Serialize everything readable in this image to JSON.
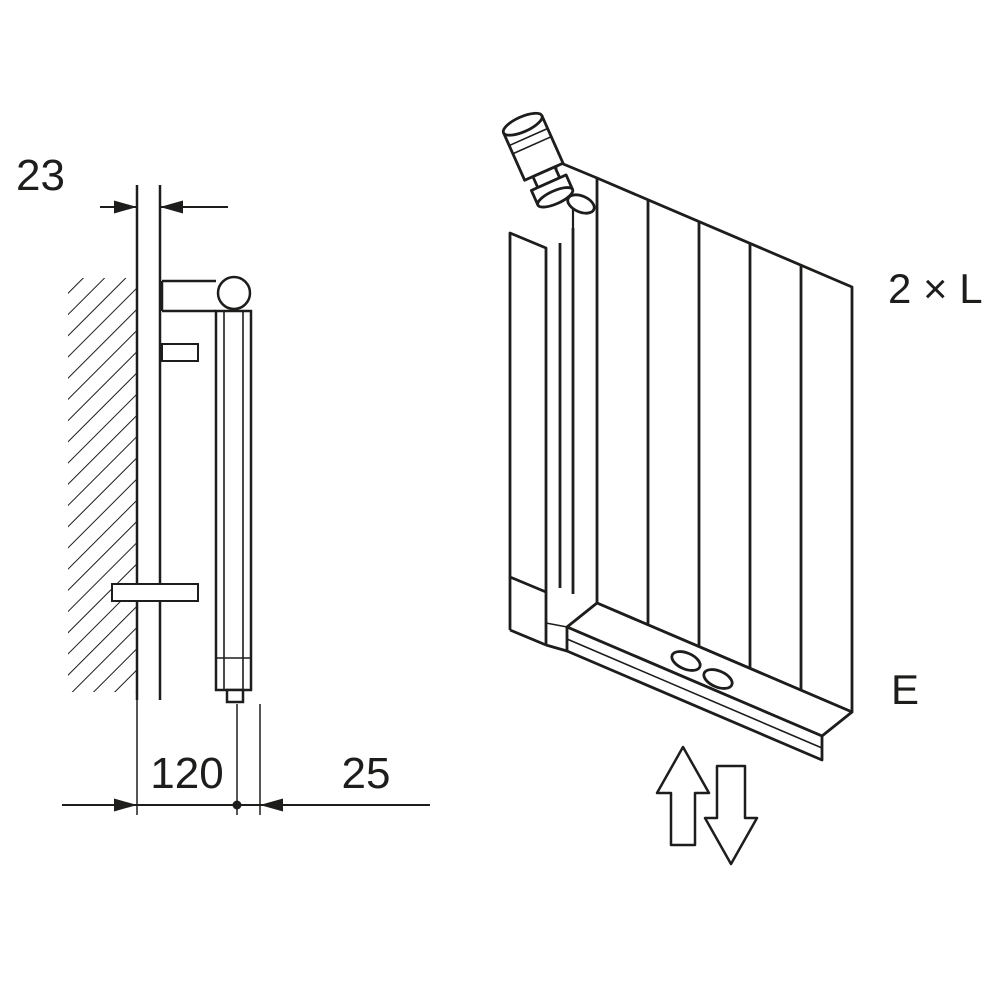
{
  "colors": {
    "line": "#1d1d1b",
    "background": "#ffffff"
  },
  "side_view": {
    "dim_top": "23",
    "dim_bottom_left": "120",
    "dim_bottom_right": "25"
  },
  "iso_view": {
    "label_lengths": "2 × L",
    "label_connection": "E",
    "icons": {
      "flow_up": "arrow-up-outline",
      "flow_down": "arrow-down-outline"
    }
  }
}
